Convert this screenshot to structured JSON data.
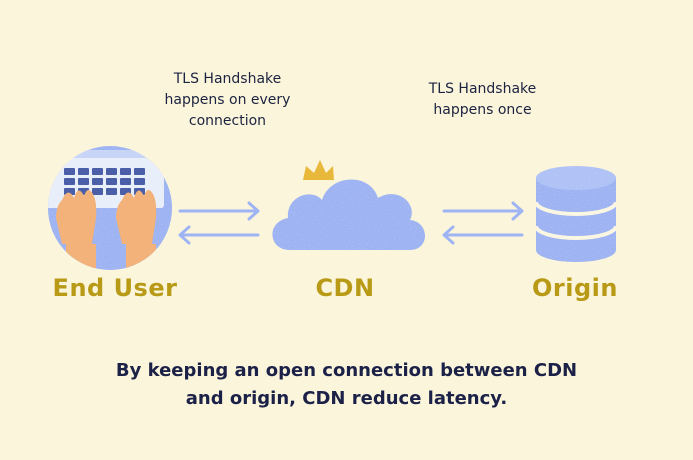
{
  "notes": {
    "left": [
      "TLS Handshake",
      "happens on every",
      "connection"
    ],
    "right": [
      "TLS Handshake",
      "happens once"
    ]
  },
  "nodes": {
    "end_user": "End User",
    "cdn": "CDN",
    "origin": "Origin"
  },
  "caption": [
    "By keeping an open connection between CDN",
    "and origin, CDN reduce latency."
  ],
  "colors": {
    "background": "#fbf5dc",
    "label": "#b89a16",
    "caption": "#1b2147",
    "blue": "#7f9ff0",
    "arrow": "#9fb4f2",
    "crown": "#e8b83a",
    "hand": "#f2b27a"
  },
  "icons": {
    "end_user": "laptop-typing-icon",
    "cdn": "cloud-crown-icon",
    "origin": "database-icon",
    "arrows": "bidirectional-arrows-icon"
  }
}
